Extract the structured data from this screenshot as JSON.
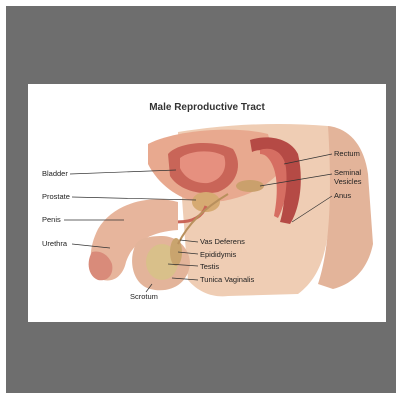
{
  "title": "Male Reproductive Tract",
  "labels": {
    "bladder": "Bladder",
    "prostate": "Prostate",
    "penis": "Penis",
    "urethra": "Urethra",
    "scrotum": "Scrotum",
    "rectum": "Rectum",
    "seminal_vesicles_1": "Seminal",
    "seminal_vesicles_2": "Vesicles",
    "anus": "Anus",
    "vas_deferens": "Vas Deferens",
    "epididymis": "Epididymis",
    "testis": "Testis",
    "tunica_vaginalis": "Tunica Vaginalis"
  },
  "colors": {
    "background_grey": "#6e6e6e",
    "skin": "#e9c3a8",
    "tissue": "#d98b7a",
    "organ_dark": "#b54a45",
    "testis": "#d9c08a"
  }
}
